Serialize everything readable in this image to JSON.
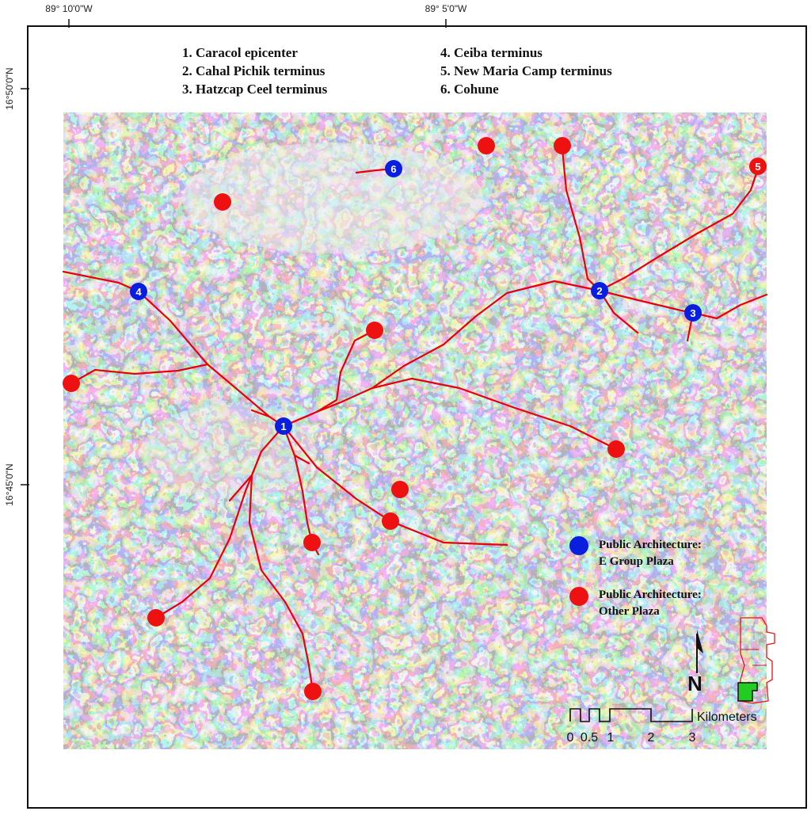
{
  "coordinates": {
    "top": [
      "89° 10'0\"W",
      "89° 5'0\"W"
    ],
    "left": [
      "16°50'0\"N",
      "16°45'0\"N"
    ]
  },
  "key_list": [
    "1. Caracol epicenter",
    "2. Cahal Pichik terminus",
    "3. Hatzcap Ceel terminus",
    "4. Ceiba terminus",
    "5. New Maria Camp terminus",
    "6. Cohune"
  ],
  "legend": {
    "items": [
      {
        "line1": "Public Architecture:",
        "line2": "E Group Plaza",
        "color": "#0a1ee0"
      },
      {
        "line1": "Public Architecture:",
        "line2": "Other Plaza",
        "color": "#ee1111"
      }
    ]
  },
  "markers": {
    "numbered": [
      {
        "label": "1",
        "color": "#0a1ee0"
      },
      {
        "label": "2",
        "color": "#0a1ee0"
      },
      {
        "label": "3",
        "color": "#0a1ee0"
      },
      {
        "label": "4",
        "color": "#0a1ee0"
      },
      {
        "label": "5",
        "color": "#ee1111"
      },
      {
        "label": "6",
        "color": "#0a1ee0"
      }
    ]
  },
  "scale_bar": {
    "ticks": [
      "0",
      "0.5",
      "1",
      "2",
      "3"
    ],
    "unit": "Kilometers"
  },
  "north_arrow": {
    "letter": "N"
  },
  "colors": {
    "route": "#e8000b",
    "e_group": "#0a1ee0",
    "other_plaza": "#ee1111",
    "inset_fill": "#22cc22"
  }
}
